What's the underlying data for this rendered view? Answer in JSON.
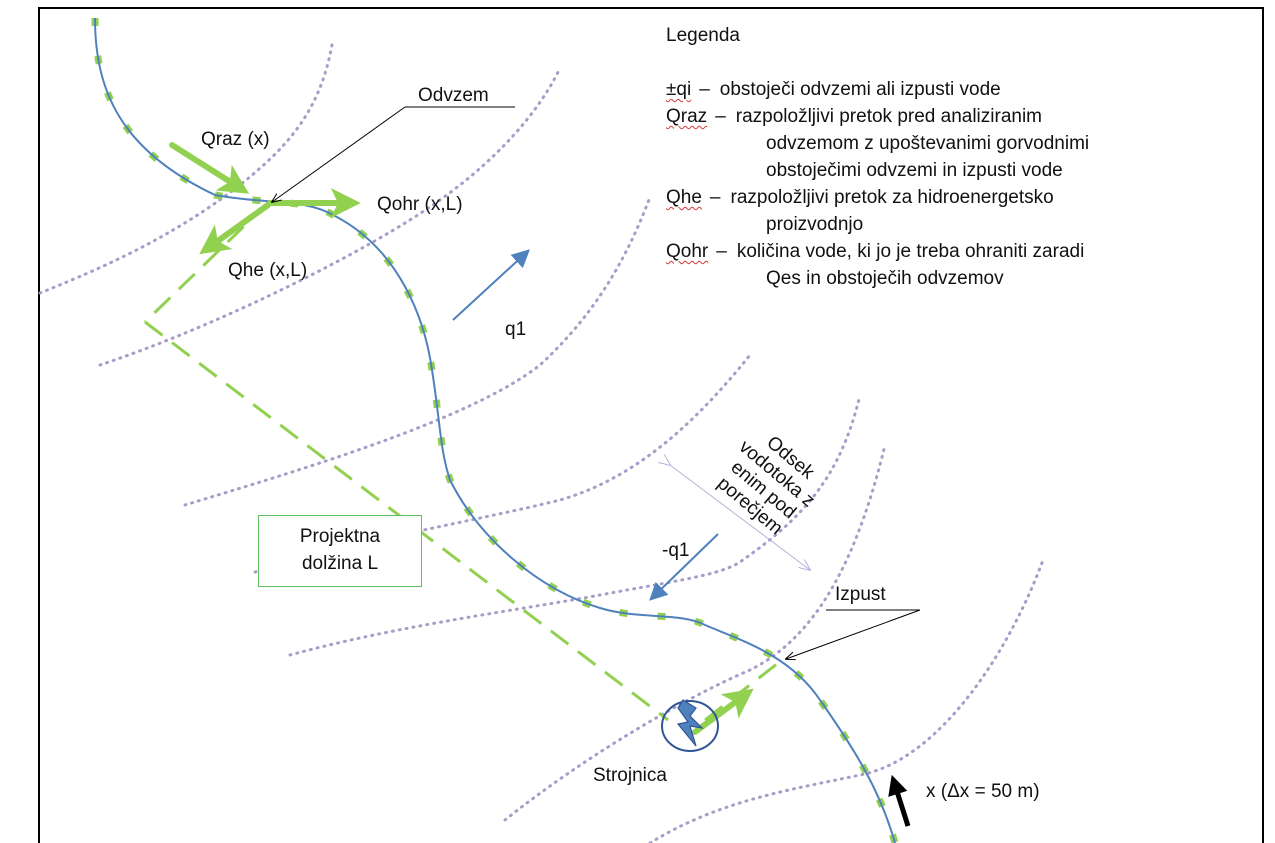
{
  "labels": {
    "odvzem": "Odvzem",
    "qraz": "Qraz (x)",
    "qohr": "Qohr (x,L)",
    "qhe": "Qhe (x,L)",
    "q1": "q1",
    "minus_q1": "-q1",
    "izpust": "Izpust",
    "strojnica": "Strojnica",
    "x_axis": "x (Δx = 50 m)",
    "projektna": [
      "Projektna",
      "dolžina L"
    ],
    "odsek": [
      "Odsek",
      "vodotoka z",
      "enim pod",
      "porečjem"
    ]
  },
  "legend": {
    "title": "Legenda",
    "items": [
      {
        "key": "±qi",
        "dash": "–",
        "lines": [
          "obstoječi odvzemi ali izpusti vode"
        ]
      },
      {
        "key": "Qraz",
        "dash": "–",
        "lines": [
          "razpoložljivi pretok pred analiziranim",
          "odvzemom z upoštevanimi gorvodnimi",
          "obstoječimi odvzemi in izpusti vode"
        ]
      },
      {
        "key": "Qhe",
        "dash": "–",
        "lines": [
          "razpoložljivi pretok za hidroenergetsko",
          "proizvodnjo"
        ]
      },
      {
        "key": "Qohr",
        "dash": "–",
        "lines": [
          "količina vode, ki jo je treba ohraniti zaradi",
          "Qes in obstoječih odvzemov"
        ]
      }
    ]
  },
  "colors": {
    "river": "#4f81bd",
    "green": "#92d050",
    "green_dark": "#5fbf5f",
    "boundary": "#a89cc8",
    "arrow_blue": "#4f81bd",
    "section_line": "#b9b0d9",
    "black": "#000000"
  }
}
